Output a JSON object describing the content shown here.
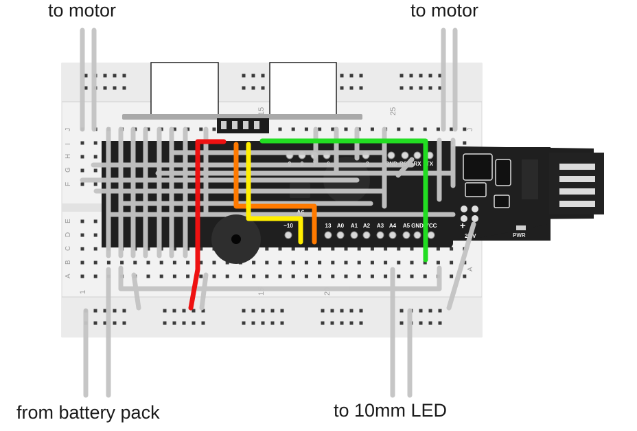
{
  "captions": {
    "top_left": "to motor",
    "top_right": "to motor",
    "bottom_left": "from battery pack",
    "bottom_right": "to 10mm LED"
  },
  "breadboard": {
    "row_letters": [
      "J",
      "I",
      "H",
      "G",
      "F",
      "E",
      "D",
      "C",
      "B",
      "A"
    ],
    "column_numbers": [
      "1",
      "15",
      "20",
      "25"
    ]
  },
  "arduino": {
    "top_pins": [
      "9",
      "8",
      "7",
      "~6",
      "~3",
      "GND",
      "RST",
      "RX",
      "TX"
    ],
    "bottom_pins": [
      "~10",
      "13",
      "A0",
      "A1",
      "A2",
      "A3",
      "A4",
      "A5",
      "GND",
      "VCC"
    ],
    "middle_label": "A6",
    "power_plus": "+",
    "power_side": "2.3V",
    "pwr_label": "PWR"
  },
  "colors": {
    "wire_red": "#ee1111",
    "wire_orange": "#ff7a00",
    "wire_yellow": "#ffee00",
    "wire_green": "#22dd22",
    "wire_gray": "#c4c4c4",
    "board": "#1e1e1e",
    "breadboard": "#f4f4f4"
  }
}
